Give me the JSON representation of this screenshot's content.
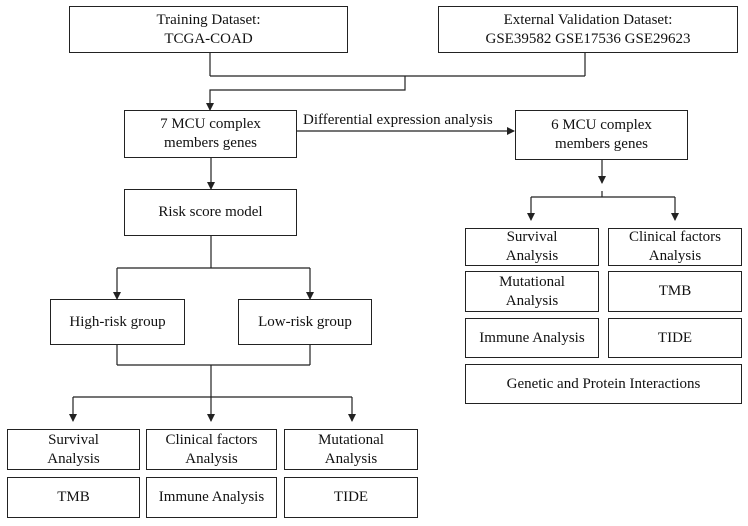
{
  "top": {
    "training": "Training Dataset:\nTCGA-COAD",
    "external": "External Validation Dataset:\nGSE39582  GSE17536  GSE29623"
  },
  "left": {
    "genes": "7 MCU complex\nmembers genes",
    "risk_model": "Risk score model",
    "high_risk": "High-risk group",
    "low_risk": "Low-risk group",
    "results": [
      "Survival\nAnalysis",
      "Clinical factors\nAnalysis",
      "Mutational\nAnalysis",
      "TMB",
      "Immune Analysis",
      "TIDE"
    ]
  },
  "edge_label": "Differential expression analysis",
  "right": {
    "genes": "6 MCU complex\nmembers genes",
    "results": [
      "Survival\nAnalysis",
      "Clinical factors\nAnalysis",
      "Mutational\nAnalysis",
      "TMB",
      "Immune Analysis",
      "TIDE",
      "Genetic and Protein Interactions"
    ]
  }
}
